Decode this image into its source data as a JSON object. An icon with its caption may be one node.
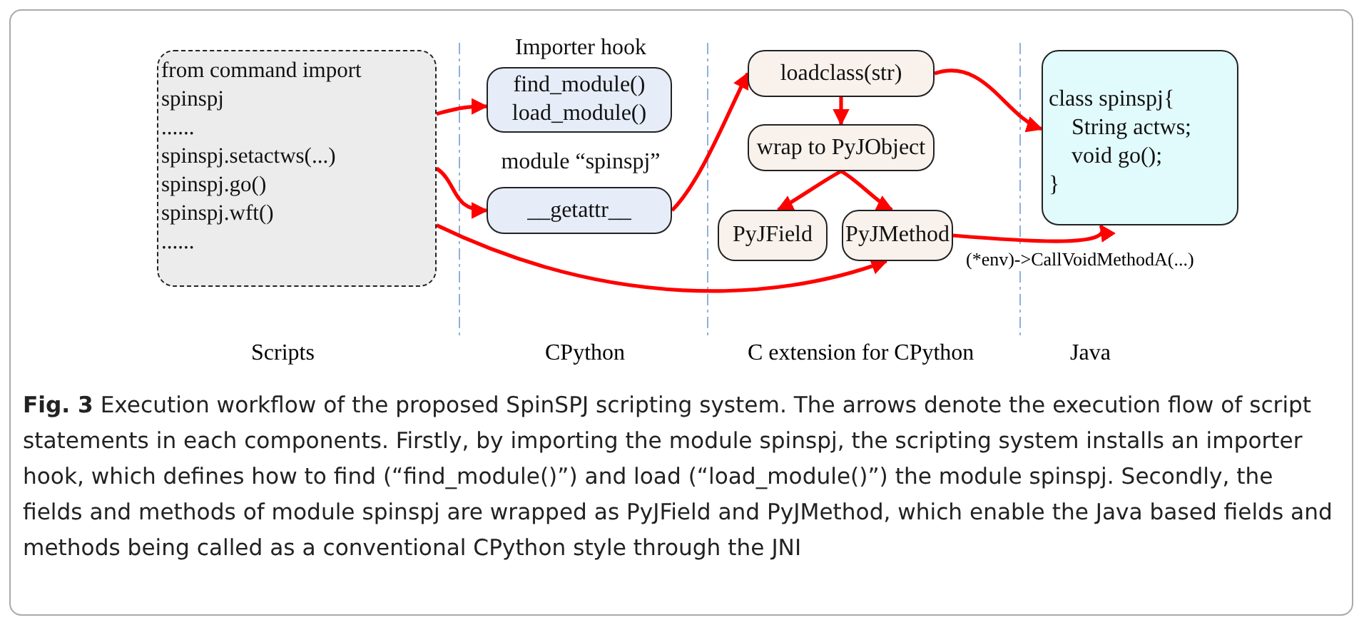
{
  "diagram": {
    "caption": "**Fig. 3** Execution workflow of the proposed SpinSPJ scripting system. The arrows denote the execution flow of script statements in each components. Firstly, by importing the module spinspj, the scripting system installs an importer hook, which defines how to find (“find_module()”) and load (“load_module()”) the module spinspj. Secondly, the fields and methods of module spinspj are wrapped as PyJField and PyJMethod, which enable the Java based fields and methods being called as a conventional CPython style through the JNI",
    "nodes": [
      {
        "text": [
          "from command import spinspj",
          "......",
          "spinspj.setactws(...)",
          "spinspj.go()",
          "spinspj.wft()",
          "......"
        ]
      },
      {
        "text": [
          "Importer hook",
          "find_module()",
          "load_module()"
        ]
      },
      {
        "text": [
          "module “spinspj”",
          "__getattr__"
        ]
      },
      {
        "text": [
          "loadclass(str)"
        ]
      },
      {
        "text": [
          "wrap to PyJObject"
        ]
      },
      {
        "text": [
          "PyJField"
        ]
      },
      {
        "text": [
          "PyJMethod"
        ]
      },
      {
        "text": [
          "class spinspj{",
          "String actws;",
          "void go();",
          "}"
        ]
      }
    ],
    "edges": [
      {
        "from": 0,
        "to": 1,
        "arrow": "to"
      },
      {
        "from": 0,
        "to": 2,
        "arrow": "to"
      },
      {
        "from": 2,
        "to": 3,
        "arrow": "to"
      },
      {
        "from": 3,
        "to": 4,
        "arrow": "to"
      },
      {
        "from": 4,
        "to": 5,
        "arrow": "to"
      },
      {
        "from": 4,
        "to": 6,
        "arrow": "to"
      },
      {
        "from": 3,
        "to": 7,
        "arrow": "to"
      },
      {
        "from": 6,
        "to": 7,
        "arrow": "to",
        "label": "(*env)->CallVoidMethodA(...)"
      },
      {
        "from": 0,
        "to": 6,
        "arrow": "to"
      }
    ],
    "labels": [
      "Scripts",
      "CPython",
      "C extension for CPython",
      "Java"
    ]
  }
}
